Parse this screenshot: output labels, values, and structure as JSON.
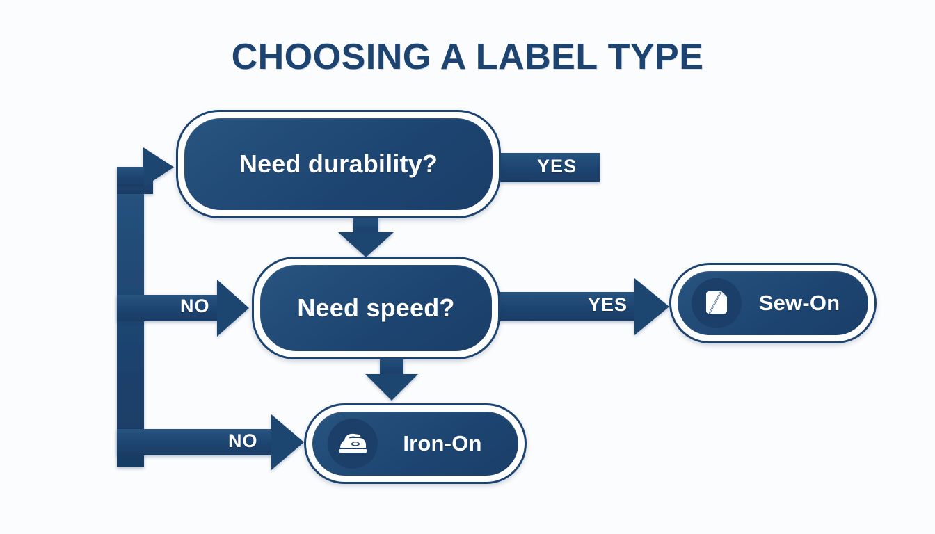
{
  "page": {
    "title": "CHOOSING A LABEL TYPE",
    "background_color": "#fbfcfd",
    "accent_color": "#1d4470",
    "node_fill_color": "#204a77",
    "text_on_node_color": "#ffffff"
  },
  "flowchart": {
    "type": "decision-tree",
    "nodes": [
      {
        "id": "need-durability",
        "kind": "decision",
        "label": "Need durability?"
      },
      {
        "id": "need-speed",
        "kind": "decision",
        "label": "Need speed?"
      },
      {
        "id": "sew-on",
        "kind": "result",
        "label": "Sew-On",
        "icon": "needle-and-fabric-icon"
      },
      {
        "id": "iron-on",
        "kind": "result",
        "label": "Iron-On",
        "icon": "clothes-iron-icon"
      }
    ],
    "edges": [
      {
        "id": "durability-yes",
        "from": "need-durability",
        "to": "",
        "label": "YES",
        "direction": "right",
        "arrowhead": false
      },
      {
        "id": "durability-down",
        "from": "need-durability",
        "to": "need-speed",
        "label": "",
        "direction": "down",
        "arrowhead": true
      },
      {
        "id": "speed-yes",
        "from": "need-speed",
        "to": "sew-on",
        "label": "YES",
        "direction": "right",
        "arrowhead": true
      },
      {
        "id": "speed-no",
        "from": "loop-spine",
        "to": "need-speed",
        "label": "NO",
        "direction": "right",
        "arrowhead": true
      },
      {
        "id": "speed-down",
        "from": "need-speed",
        "to": "iron-on",
        "label": "",
        "direction": "down",
        "arrowhead": true
      },
      {
        "id": "iron-no",
        "from": "loop-spine",
        "to": "iron-on",
        "label": "NO",
        "direction": "right",
        "arrowhead": true
      },
      {
        "id": "loop-back",
        "from": "loop-spine",
        "to": "need-durability",
        "label": "",
        "direction": "up-right",
        "arrowhead": true
      }
    ]
  }
}
